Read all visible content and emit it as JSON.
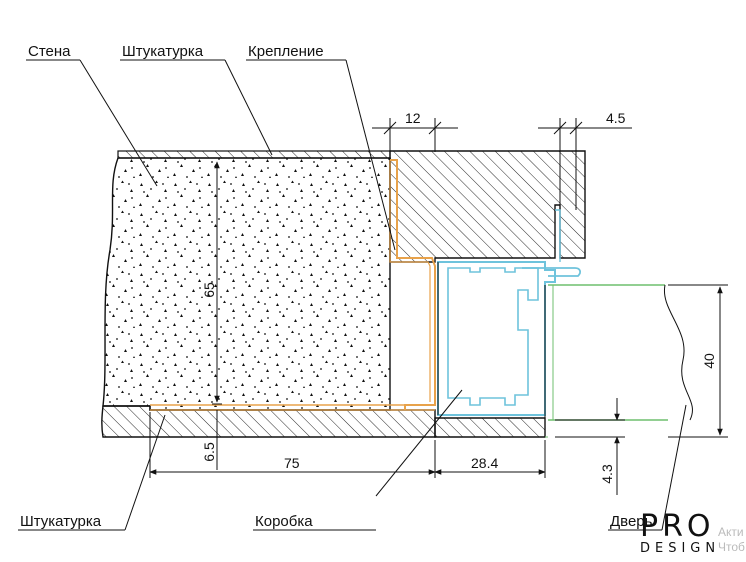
{
  "labels": {
    "wall": "Стена",
    "plaster_top": "Штукатурка",
    "fastening": "Крепление",
    "plaster_bottom": "Штукатурка",
    "frame": "Коробка",
    "door": "Дверь"
  },
  "dimensions": {
    "gap_top": "12",
    "rebate_top": "4.5",
    "height_65": "65",
    "bottom_6_5": "6.5",
    "width_75": "75",
    "width_28_4": "28.4",
    "door_40": "40",
    "door_4_3": "4.3"
  },
  "logo": {
    "main": "PRO",
    "sub": "DESIGN"
  },
  "watermark": {
    "line1": "Акти",
    "line2": "Чтоб"
  },
  "colors": {
    "fastening_profile": "#e8a24a",
    "frame_profile": "#6ec3dc",
    "door_leaf": "#6fbf6f",
    "line": "#111111"
  }
}
